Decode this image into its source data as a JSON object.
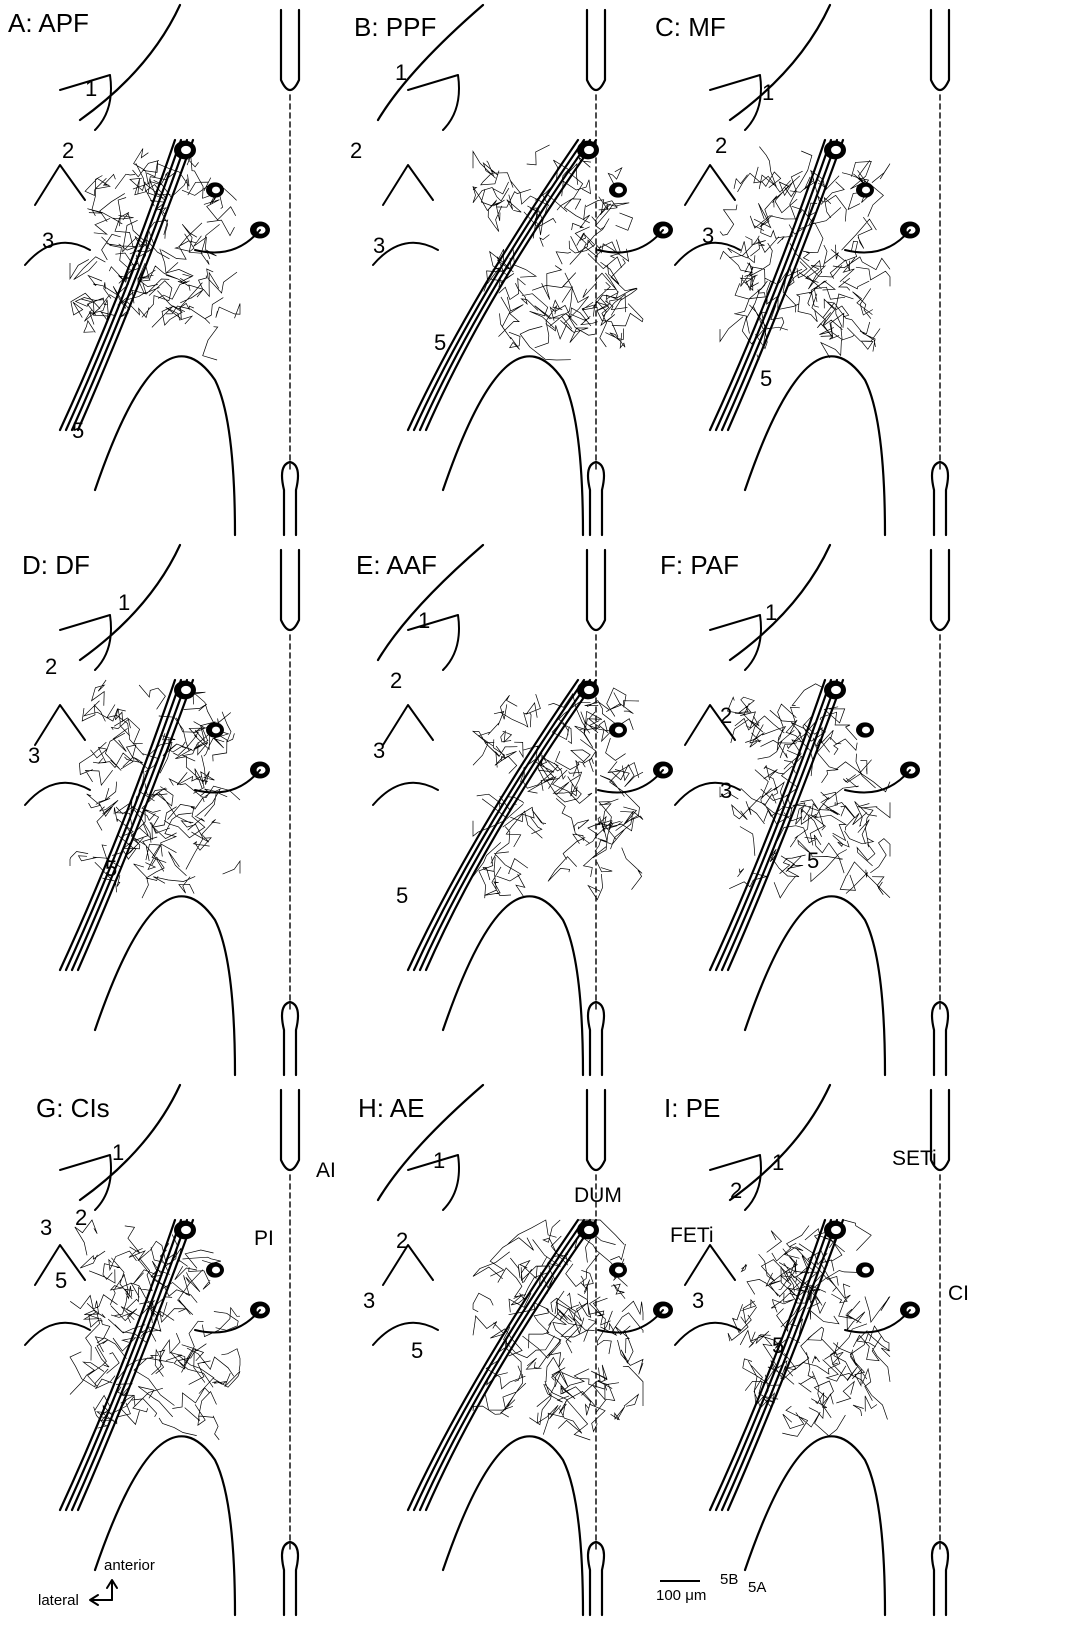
{
  "panels": [
    {
      "title": "A: APF"
    },
    {
      "title": "B: PPF"
    },
    {
      "title": "C: MF"
    },
    {
      "title": "D: DF"
    },
    {
      "title": "E: AAF"
    },
    {
      "title": "F: PAF"
    },
    {
      "title": "G: CIs"
    },
    {
      "title": "H: AE"
    },
    {
      "title": "I: PE"
    }
  ],
  "nerve_labels": {
    "n1": "1",
    "n2": "2",
    "n3": "3",
    "n5": "5"
  },
  "cell_labels": {
    "al": "AI",
    "pi": "PI",
    "dum": "DUM",
    "seti": "SETi",
    "feti": "FETi",
    "ci": "CI",
    "n5b": "5B",
    "n5a": "5A"
  },
  "scale_bar": {
    "label": "100 μm"
  },
  "orientation": {
    "anterior": "anterior",
    "lateral": "lateral"
  },
  "colors": {
    "ink": "#000000",
    "background": "#ffffff"
  }
}
